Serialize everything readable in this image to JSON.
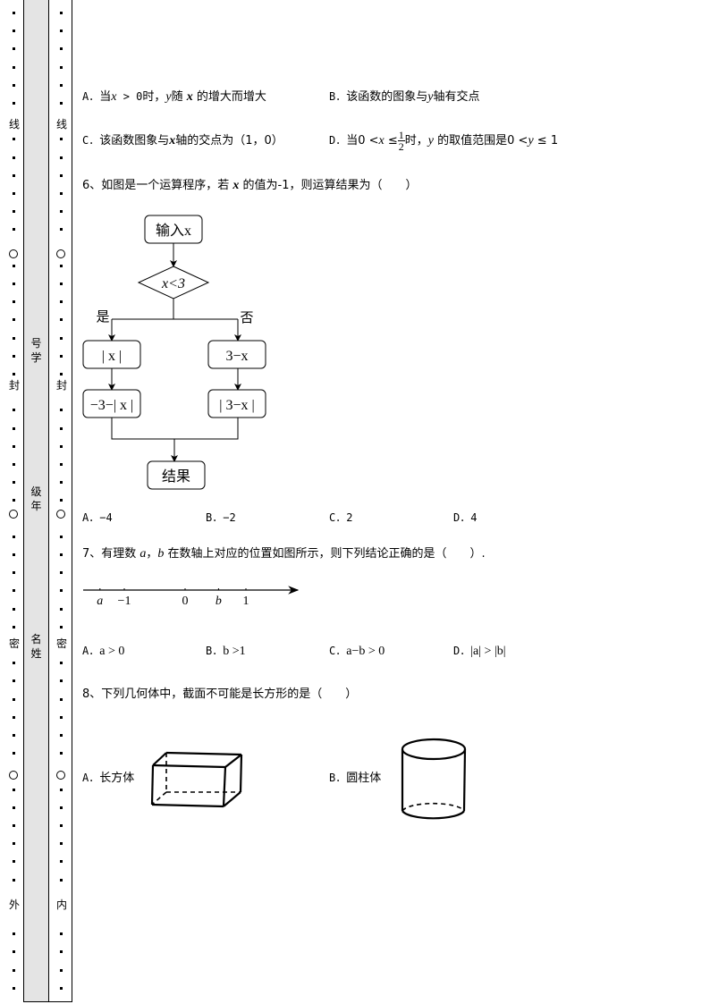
{
  "binding_margin": {
    "left_column_chars": [
      "线",
      "封",
      "密",
      "外"
    ],
    "right_column_chars": [
      "线",
      "封",
      "密",
      "内"
    ],
    "band_labels": [
      {
        "text": "号\n学",
        "chars": [
          "号",
          "学"
        ]
      },
      {
        "text": "级\n年",
        "chars": [
          "级",
          "年"
        ]
      },
      {
        "text": "名\n姓",
        "chars": [
          "名",
          "姓"
        ]
      }
    ]
  },
  "q5_options": {
    "A": {
      "label": "A．",
      "pre": "当",
      "math1": "x",
      "mid1": " > 0",
      "post1": "时，",
      "math2": "y",
      "post2": "随 ",
      "math3": "x",
      "post3": " 的增大而增大"
    },
    "B": {
      "label": "B．",
      "pre": "该函数的图象与",
      "math": "y",
      "post": "轴有交点"
    },
    "C": {
      "label": "C．",
      "pre": "该函数图象与",
      "math": "x",
      "post": "轴的交点为（1，0）"
    },
    "D": {
      "label": "D．",
      "pre": "当0 <",
      "math1": "x",
      "mid": " ≤",
      "frac_num": "1",
      "frac_den": "2",
      "post": "时，",
      "math2": "y",
      "post2": " 的取值范围是0 <",
      "math3": "y",
      "post3": " ≤ 1"
    }
  },
  "q6": {
    "stem_pre": "6、如图是一个运算程序，若 ",
    "stem_var": "x",
    "stem_post": " 的值为-1，则运算结果为（　　）",
    "flowchart": {
      "input": "输入x",
      "condition": "x<3",
      "yes_label": "是",
      "no_label": "否",
      "yes_step1": "| x |",
      "yes_step2": "−3−| x |",
      "no_step1": "3−x",
      "no_step2": "| 3−x |",
      "output": "结果"
    },
    "options": [
      {
        "label": "A．",
        "value": "−4"
      },
      {
        "label": "B．",
        "value": "−2"
      },
      {
        "label": "C．",
        "value": "2"
      },
      {
        "label": "D．",
        "value": "4"
      }
    ]
  },
  "q7": {
    "stem_pre": "7、有理数 ",
    "var_a": "a",
    "sep": "，",
    "var_b": "b",
    "stem_post": " 在数轴上对应的位置如图所示，则下列结论正确的是（　　）.",
    "number_line": {
      "labels": [
        "a",
        "−1",
        "0",
        "b",
        "1"
      ],
      "values": [
        -1.4,
        -1,
        0,
        0.55,
        1
      ]
    },
    "options": [
      {
        "label": "A．",
        "expr": "a > 0"
      },
      {
        "label": "B．",
        "expr": "b >1"
      },
      {
        "label": "C．",
        "expr": "a−b > 0"
      },
      {
        "label": "D．",
        "expr": "|a| > |b|"
      }
    ]
  },
  "q8": {
    "stem": "8、下列几何体中，截面不可能是长方形的是（　　）",
    "options": [
      {
        "label": "A．",
        "text": "长方体",
        "figure": "cuboid"
      },
      {
        "label": "B．",
        "text": "圆柱体",
        "figure": "cylinder"
      }
    ]
  }
}
